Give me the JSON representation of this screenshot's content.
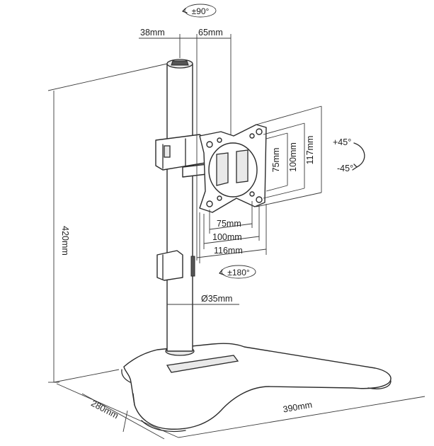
{
  "dimensions": {
    "top_rotation": "±90°",
    "pole_depth": "38mm",
    "arm_offset": "65mm",
    "tilt_up": "+45°",
    "tilt_down": "-45°",
    "vesa_75_v": "75mm",
    "vesa_100_v": "100mm",
    "plate_height": "117mm",
    "vesa_75_h": "75mm",
    "vesa_100_h": "100mm",
    "plate_width": "116mm",
    "swivel": "±180°",
    "pole_diameter": "Ø35mm",
    "height": "420mm",
    "base_depth": "280mm",
    "base_width": "390mm"
  }
}
